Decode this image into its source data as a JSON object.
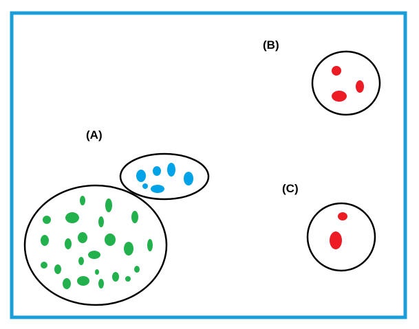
{
  "labels": {
    "a": "(A)",
    "b": "(B)",
    "c": "(C)"
  },
  "colors": {
    "frame": "#1a9ed9",
    "outline": "#000000",
    "green": "#22b14c",
    "blue": "#00a2e8",
    "red": "#ed1c24",
    "background": "#ffffff"
  },
  "groups": [
    {
      "id": "a-large",
      "color": "green",
      "dots": 23
    },
    {
      "id": "a-small",
      "color": "blue",
      "dots": 6
    },
    {
      "id": "b",
      "color": "red",
      "dots": 3
    },
    {
      "id": "c",
      "color": "red",
      "dots": 2
    }
  ]
}
